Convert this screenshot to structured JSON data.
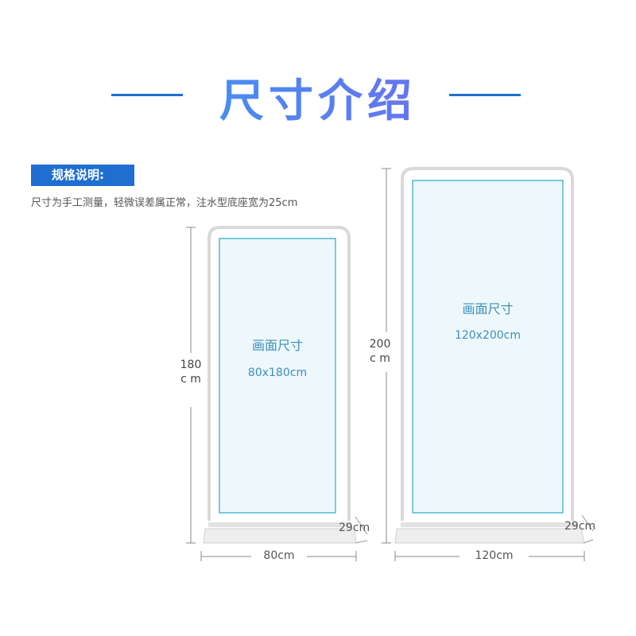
{
  "header": {
    "title": "尺寸介绍"
  },
  "spec": {
    "badge": "规格说明:",
    "note": "尺寸为手工测量，轻微误差属正常，注水型底座宽为25cm"
  },
  "stands": [
    {
      "screen_label": "画面尺寸",
      "screen_size": "80x180cm",
      "height_value": "180",
      "height_unit": "c m",
      "width_label": "80cm",
      "base_label": "29cm"
    },
    {
      "screen_label": "画面尺寸",
      "screen_size": "120x200cm",
      "height_value": "200",
      "height_unit": "c m",
      "width_label": "120cm",
      "base_label": "29cm"
    }
  ],
  "colors": {
    "accent": "#1f6fd1",
    "screen_fill": "#eef8fc",
    "screen_border": "#2aa6c9",
    "frame": "#d8d8d8",
    "label_blue": "#3b8fb9"
  }
}
